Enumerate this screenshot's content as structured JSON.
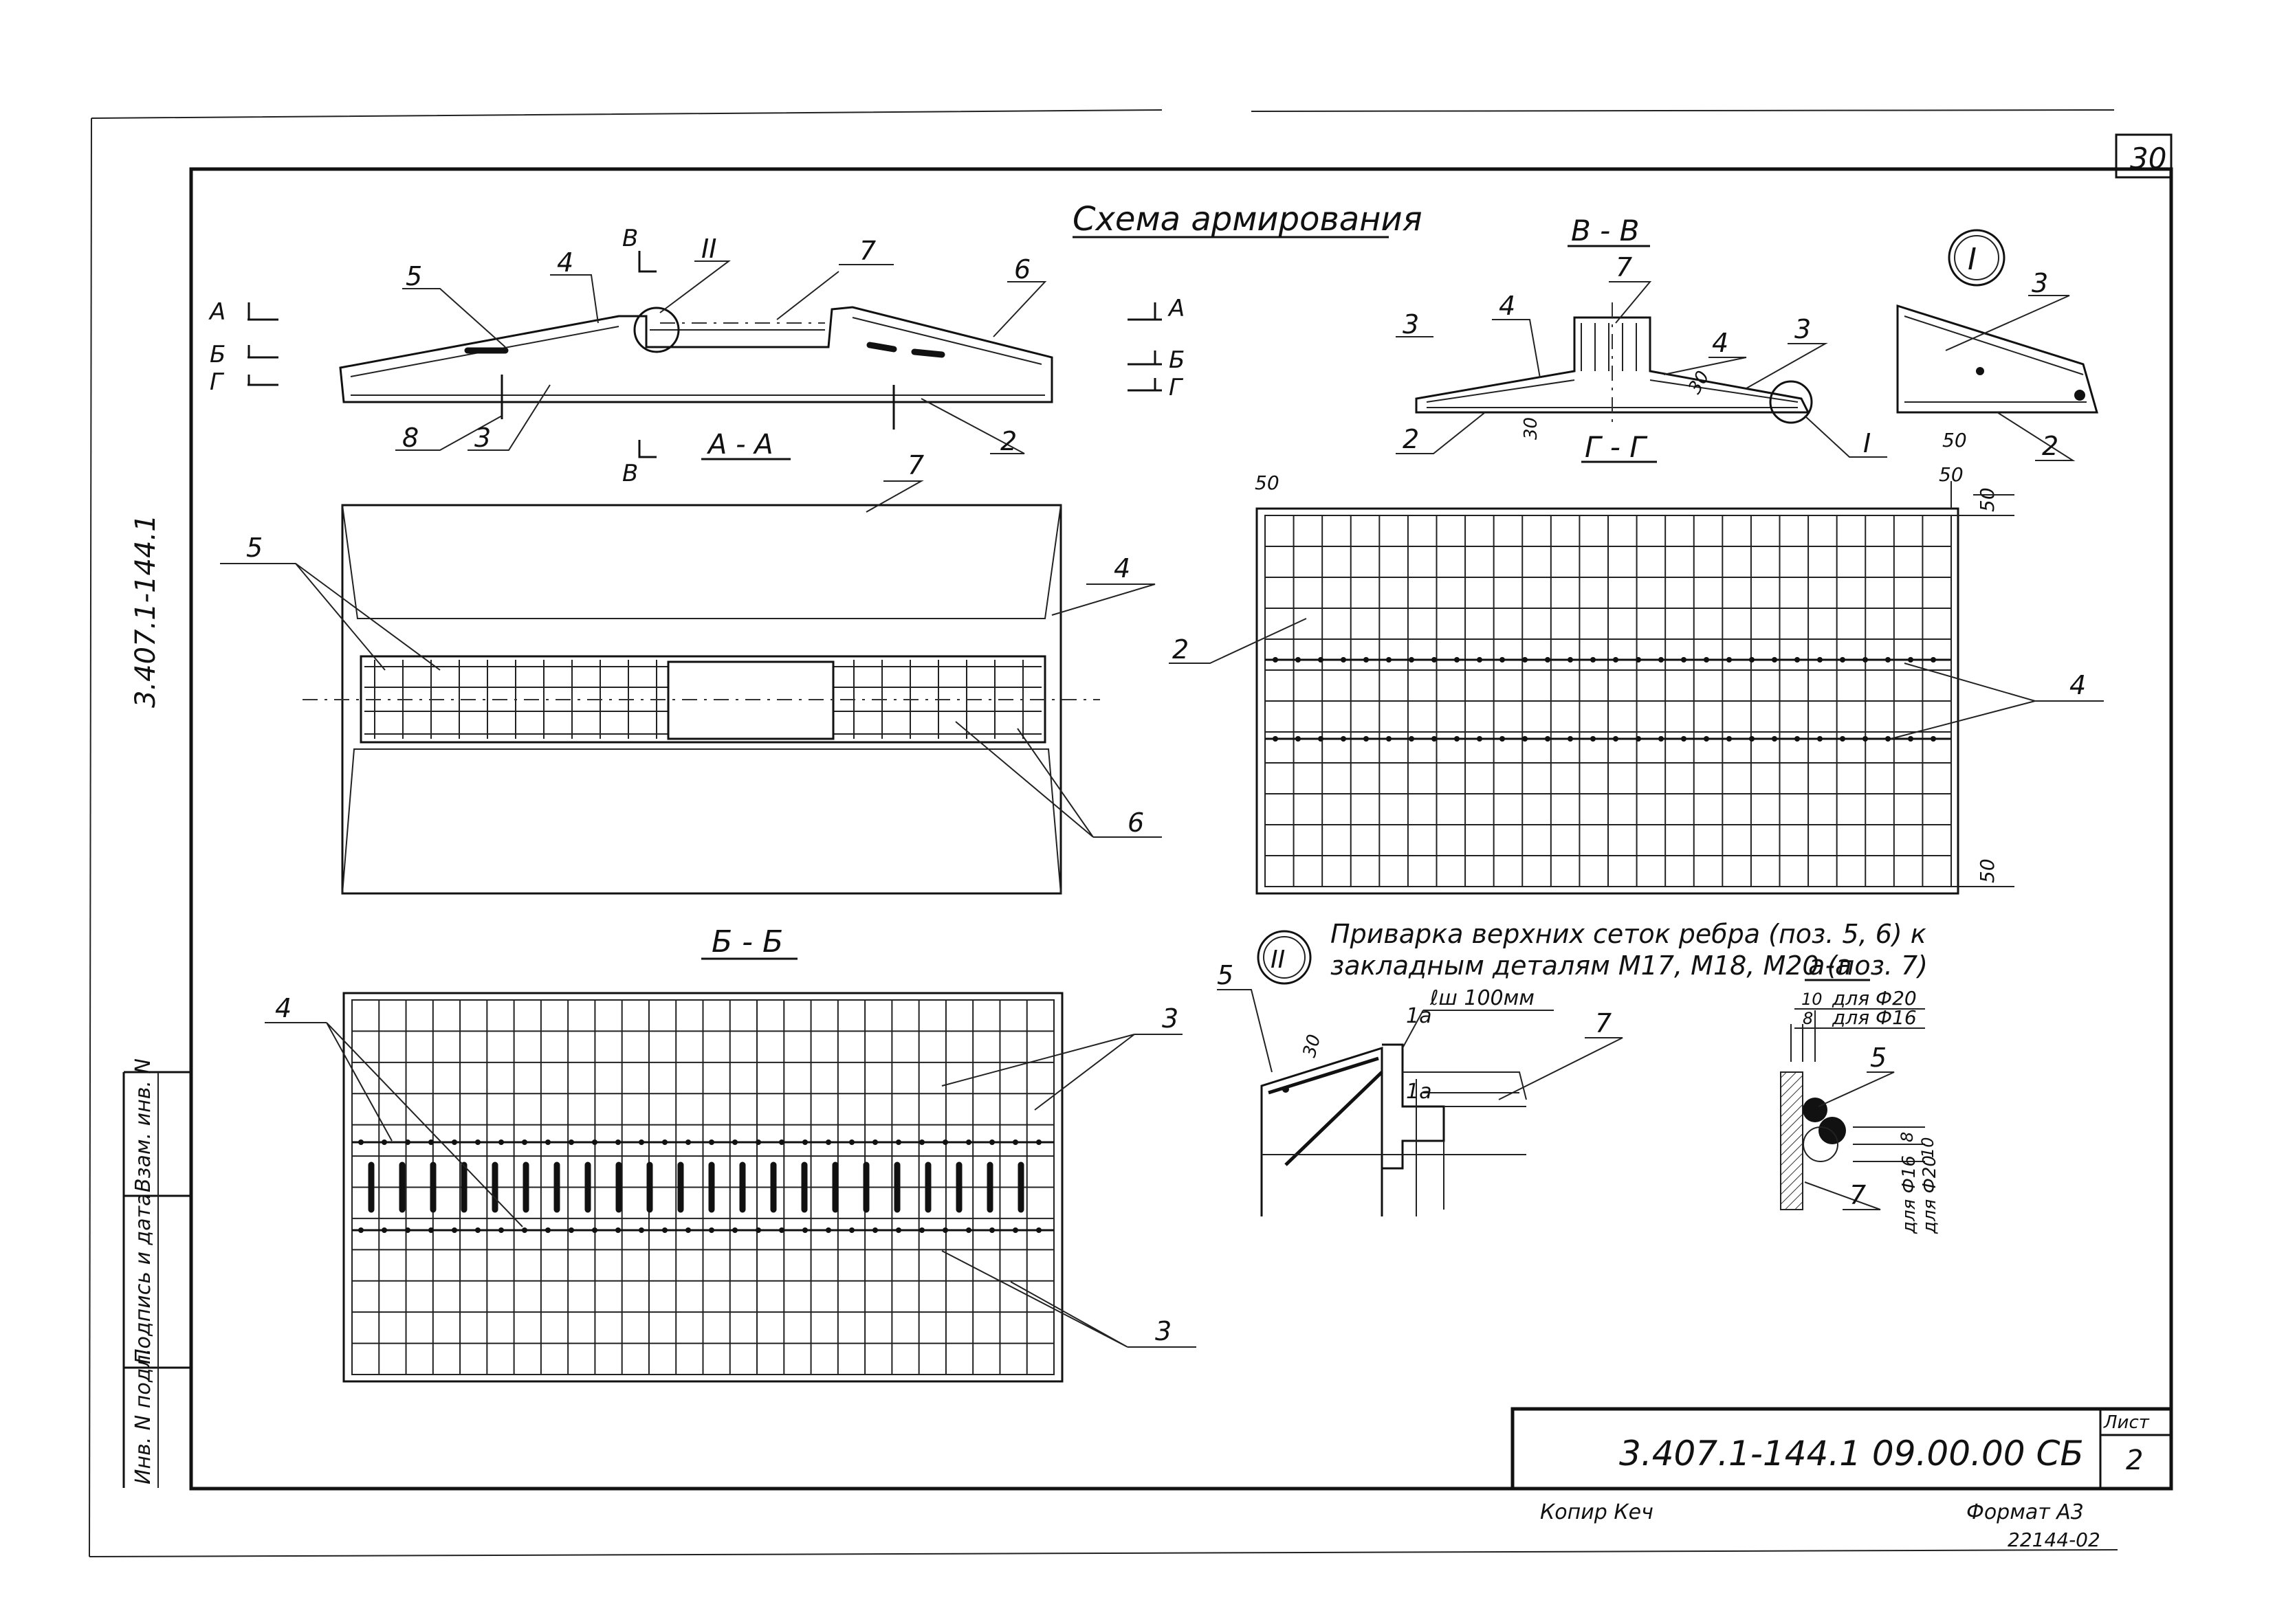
{
  "sheet": {
    "sheet_number_top": "30",
    "side_code": "3.407.1-144.1",
    "stamp_code": "3.407.1-144.1  09.00.00 СБ",
    "list_label": "Лист",
    "list_number": "2",
    "copied": "Копир Кеч",
    "format": "Формат А3",
    "order": "22144-02",
    "side_columns": [
      "Инв. N подл.",
      "Подпись и дата",
      "Взам. инв. N"
    ]
  },
  "main_title": "Схема армирования",
  "section_aa": {
    "title": "А - А",
    "cut_labels": [
      "А",
      "Б",
      "Г",
      "А",
      "Б",
      "Г",
      "В",
      "В"
    ],
    "callouts": [
      "5",
      "4",
      "II",
      "7",
      "6",
      "8",
      "3",
      "2"
    ]
  },
  "plan_top": {
    "callouts": [
      "7",
      "5",
      "4",
      "6"
    ]
  },
  "section_vv": {
    "title": "В - В",
    "callouts": [
      "3",
      "4",
      "7",
      "4",
      "3",
      "2"
    ],
    "dims": [
      "30",
      "30"
    ],
    "detail_ref": "I"
  },
  "section_gg": {
    "title": "Г - Г",
    "dims": [
      "50",
      "50",
      "50",
      "50"
    ],
    "callouts": [
      "2",
      "4"
    ]
  },
  "detail_I": {
    "label": "I",
    "callouts": [
      "3",
      "2"
    ],
    "dim": "50"
  },
  "section_bb": {
    "title": "Б - Б",
    "callouts": [
      "4",
      "3",
      "3"
    ]
  },
  "detail_II": {
    "label": "II",
    "title_line1": "Приварка верхних сеток ребра (поз. 5, 6) к",
    "title_line2": "закладным деталям М17, М18, М20 (поз. 7)",
    "cut_label": "а-а",
    "callouts": [
      "5",
      "7"
    ],
    "weld_length": "ℓш 100мм",
    "dim": "30",
    "section_marks": [
      "1а",
      "1а"
    ]
  },
  "detail_aa": {
    "dims_top": [
      "10",
      "8"
    ],
    "notes_top": [
      "для Ф20",
      "для Ф16"
    ],
    "dims_side": [
      "8",
      "10"
    ],
    "notes_side": [
      "для Ф16",
      "для Ф20"
    ],
    "callouts": [
      "5",
      "7"
    ]
  }
}
